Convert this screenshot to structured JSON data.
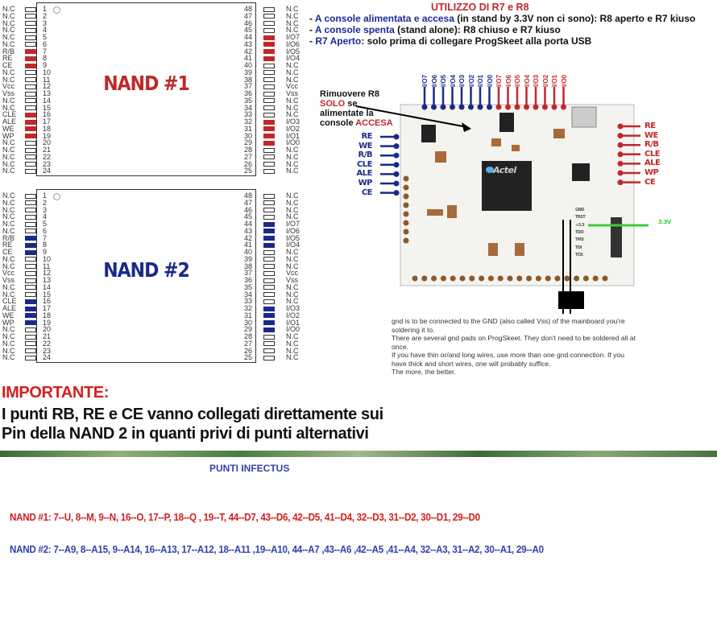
{
  "nand1": {
    "title": "NAND #1",
    "color": "#c0282a",
    "left_labels": [
      "N.C",
      "N.C",
      "N.C",
      "N.C",
      "N.C",
      "N.C",
      "R/B",
      "RE",
      "CE",
      "N.C",
      "N.C",
      "Vcc",
      "Vss",
      "N.C",
      "N.C",
      "CLE",
      "ALE",
      "WE",
      "WP",
      "N.C",
      "N.C",
      "N.C",
      "N.C",
      "N.C"
    ],
    "right_labels": [
      "N.C",
      "N.C",
      "N.C",
      "N.C",
      "I/O7",
      "I/O6",
      "I/O5",
      "I/O4",
      "N.C",
      "N.C",
      "N.C",
      "Vcc",
      "Vss",
      "N.C",
      "N.C",
      "N.C",
      "I/O3",
      "I/O2",
      "I/O1",
      "I/O0",
      "N.C",
      "N.C",
      "N.C",
      "N.C"
    ],
    "right_numbers": [
      "48",
      "47",
      "46",
      "45",
      "44",
      "43",
      "42",
      "41",
      "40",
      "39",
      "38",
      "37",
      "36",
      "35",
      "34",
      "33",
      "32",
      "31",
      "30",
      "29",
      "28",
      "27",
      "26",
      "25"
    ],
    "left_numbers": [
      "1",
      "2",
      "3",
      "4",
      "5",
      "6",
      "7",
      "8",
      "9",
      "10",
      "11",
      "12",
      "13",
      "14",
      "15",
      "16",
      "17",
      "18",
      "19",
      "20",
      "21",
      "22",
      "23",
      "24"
    ],
    "highlighted_pins": [
      7,
      8,
      9,
      16,
      17,
      18,
      19,
      44,
      43,
      42,
      41,
      32,
      31,
      30,
      29
    ]
  },
  "nand2": {
    "title": "NAND #2",
    "color": "#1a2a8a",
    "left_labels": [
      "N.C",
      "N.C",
      "N.C",
      "N.C",
      "N.C",
      "N.C",
      "R/B",
      "RE",
      "CE",
      "N.C",
      "N.C",
      "Vcc",
      "Vss",
      "N.C",
      "N.C",
      "CLE",
      "ALE",
      "WE",
      "WP",
      "N.C",
      "N.C",
      "N.C",
      "N.C",
      "N.C"
    ],
    "right_labels": [
      "N.C",
      "N.C",
      "N.C",
      "N.C",
      "I/O7",
      "I/O6",
      "I/O5",
      "I/O4",
      "N.C",
      "N.C",
      "N.C",
      "Vcc",
      "Vss",
      "N.C",
      "N.C",
      "N.C",
      "I/O3",
      "I/O2",
      "I/O1",
      "I/O0",
      "N.C",
      "N.C",
      "N.C",
      "N.C"
    ],
    "right_numbers": [
      "48",
      "47",
      "46",
      "45",
      "44",
      "43",
      "42",
      "41",
      "40",
      "39",
      "38",
      "37",
      "36",
      "35",
      "34",
      "33",
      "32",
      "31",
      "30",
      "29",
      "28",
      "27",
      "26",
      "25"
    ],
    "left_numbers": [
      "1",
      "2",
      "3",
      "4",
      "5",
      "6",
      "7",
      "8",
      "9",
      "10",
      "11",
      "12",
      "13",
      "14",
      "15",
      "16",
      "17",
      "18",
      "19",
      "20",
      "21",
      "22",
      "23",
      "24"
    ],
    "highlighted_pins": [
      7,
      8,
      9,
      16,
      17,
      18,
      19,
      44,
      43,
      42,
      41,
      32,
      31,
      30,
      29
    ]
  },
  "r7r8": {
    "title": "UTILIZZO DI R7 e R8",
    "lines": [
      {
        "prefix": "- ",
        "highlight": "A console alimentata e accesa",
        "rest": " (in stand by 3.3V non ci sono): R8 aperto e R7 kiuso"
      },
      {
        "prefix": "- ",
        "highlight": "A console spenta",
        "rest": " (stand alone): R8 chiuso e R7 kiuso"
      },
      {
        "prefix": "- ",
        "highlight": "R7 Aperto",
        "rest": ": solo prima di collegare ProgSkeet alla porta USB"
      }
    ]
  },
  "board": {
    "callout": {
      "line1": "Rimuovere R8",
      "solo": "SOLO",
      "line2": " se",
      "line3": "alimentate la",
      "line4": "console ",
      "accesa": "ACCESA"
    },
    "top_io_blue": [
      "I/O7",
      "I/O6",
      "I/O5",
      "I/O4",
      "I/O3",
      "I/O2",
      "I/O1",
      "I/O0"
    ],
    "top_io_red": [
      "I/O7",
      "I/O6",
      "I/O5",
      "I/O4",
      "I/O3",
      "I/O2",
      "I/O1",
      "I/O0"
    ],
    "left_signals": [
      "RE",
      "WE",
      "R/B",
      "CLE",
      "ALE",
      "WP",
      "CE"
    ],
    "right_signals": [
      "RE",
      "WE",
      "R/B",
      "CLE",
      "ALE",
      "WP",
      "CE"
    ],
    "chip_brand": "Actel",
    "jtag_pads": [
      "GND",
      "TRST",
      "+3.3",
      "TDO",
      "TMS",
      "TDI",
      "TCK"
    ],
    "voltage_label": "3.3V",
    "blue": "#1a2a8a",
    "red": "#c0282a",
    "green": "#3ccc3c"
  },
  "gnd_note": [
    "gnd is to be connected to the GND (also called Vss) of the mainboard you're soldering it to.",
    "There are several gnd pads on ProgSkeet. They don't need to be soldered all at once.",
    "If you have thin or/and long wires, use more than one gnd connection. If you have thick and short wires, one will probably suffice.",
    "The more, the better."
  ],
  "important": {
    "title": "IMPORTANTE:",
    "line1": "I punti RB, RE e CE vanno collegati direttamente sui",
    "line2": "Pin della NAND 2 in quanti privi di punti alternativi"
  },
  "infectus": {
    "title": "PUNTI INFECTUS",
    "nand1": "NAND #1:  7--U, 8--M, 9--N, 16--O, 17--P, 18--Q , 19--T, 44--D7, 43--D6, 42--D5, 41--D4, 32--D3, 31--D2, 30--D1, 29--D0",
    "nand2": "NAND #2: 7--A9, 8--A15, 9--A14, 16--A13, 17--A12, 18--A11 ,19--A10, 44--A7 ,43--A6 ,42--A5 ,41--A4, 32--A3, 31--A2, 30--A1, 29--A0"
  }
}
